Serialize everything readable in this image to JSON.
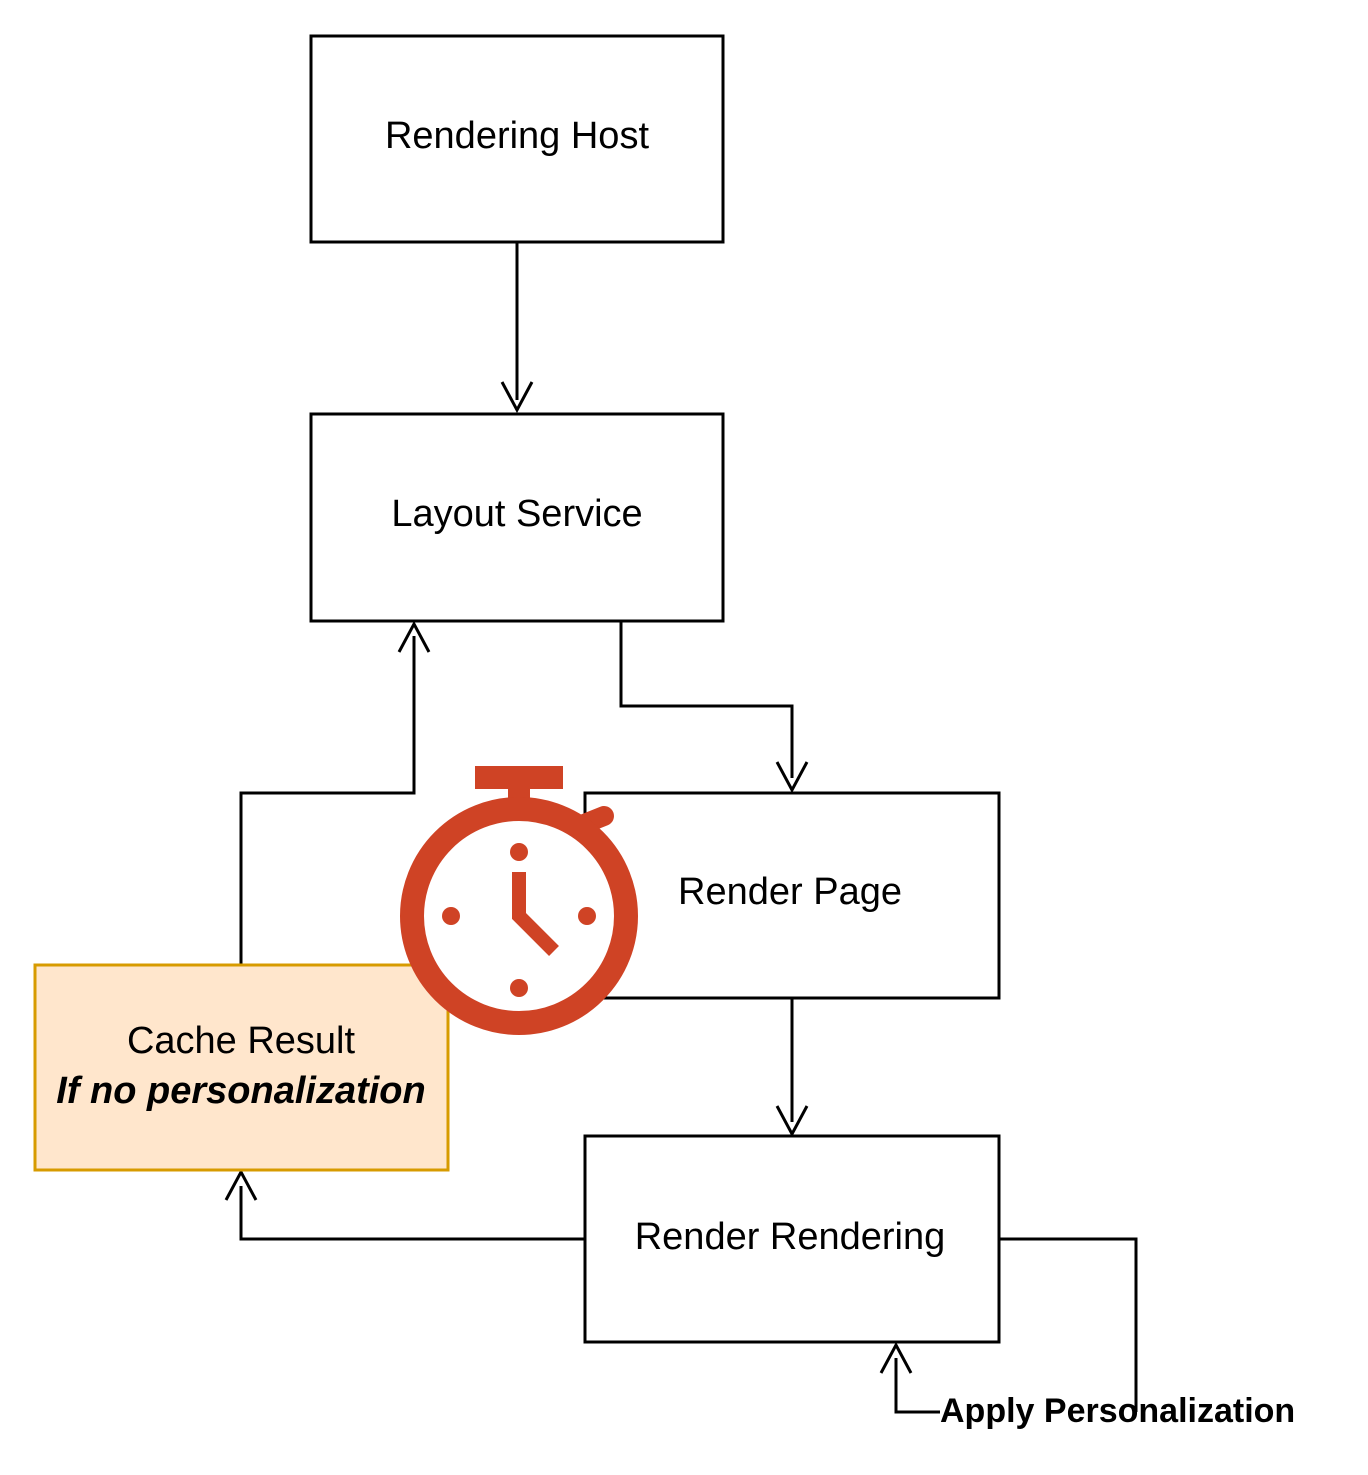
{
  "diagram": {
    "nodes": {
      "rendering_host": "Rendering Host",
      "layout_service": "Layout Service",
      "render_page": "Render Page",
      "render_rendering": "Render Rendering",
      "cache_result": "Cache Result",
      "cache_condition": "If no personalization"
    },
    "edge_labels": {
      "apply_personalization": "Apply Personalization"
    },
    "icons": {
      "timer": "stopwatch-icon"
    },
    "colors": {
      "stroke": "#000000",
      "cache_fill": "#ffe6cc",
      "cache_stroke": "#d79b00",
      "timer": "#cf4325"
    }
  }
}
